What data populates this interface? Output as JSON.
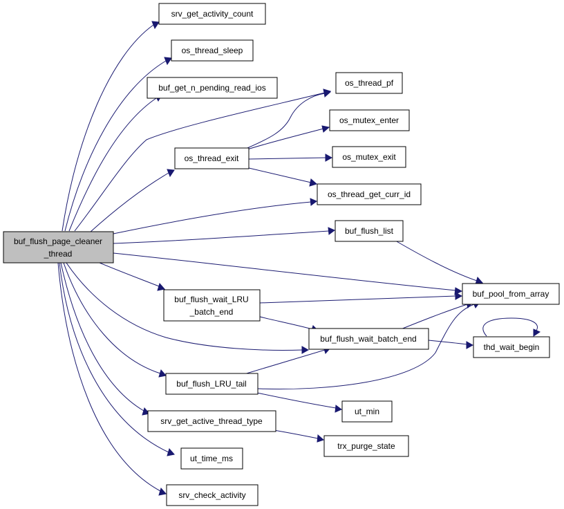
{
  "nodes": {
    "root": [
      "buf_flush_page_cleaner",
      "_thread"
    ],
    "srv_get_activity_count": [
      "srv_get_activity_count"
    ],
    "os_thread_sleep": [
      "os_thread_sleep"
    ],
    "buf_get_n_pending_read_ios": [
      "buf_get_n_pending_read_ios"
    ],
    "os_thread_pf": [
      "os_thread_pf"
    ],
    "os_thread_exit": [
      "os_thread_exit"
    ],
    "os_mutex_enter": [
      "os_mutex_enter"
    ],
    "os_mutex_exit": [
      "os_mutex_exit"
    ],
    "os_thread_get_curr_id": [
      "os_thread_get_curr_id"
    ],
    "buf_flush_list": [
      "buf_flush_list"
    ],
    "buf_pool_from_array": [
      "buf_pool_from_array"
    ],
    "buf_flush_wait_LRU_batch_end": [
      "buf_flush_wait_LRU",
      "_batch_end"
    ],
    "buf_flush_wait_batch_end": [
      "buf_flush_wait_batch_end"
    ],
    "thd_wait_begin": [
      "thd_wait_begin"
    ],
    "buf_flush_LRU_tail": [
      "buf_flush_LRU_tail"
    ],
    "ut_min": [
      "ut_min"
    ],
    "srv_get_active_thread_type": [
      "srv_get_active_thread_type"
    ],
    "trx_purge_state": [
      "trx_purge_state"
    ],
    "ut_time_ms": [
      "ut_time_ms"
    ],
    "srv_check_activity": [
      "srv_check_activity"
    ]
  },
  "colors": {
    "edge": "#191970",
    "root_fill": "#bfbfbf",
    "node_fill": "#ffffff",
    "border": "#000000"
  }
}
